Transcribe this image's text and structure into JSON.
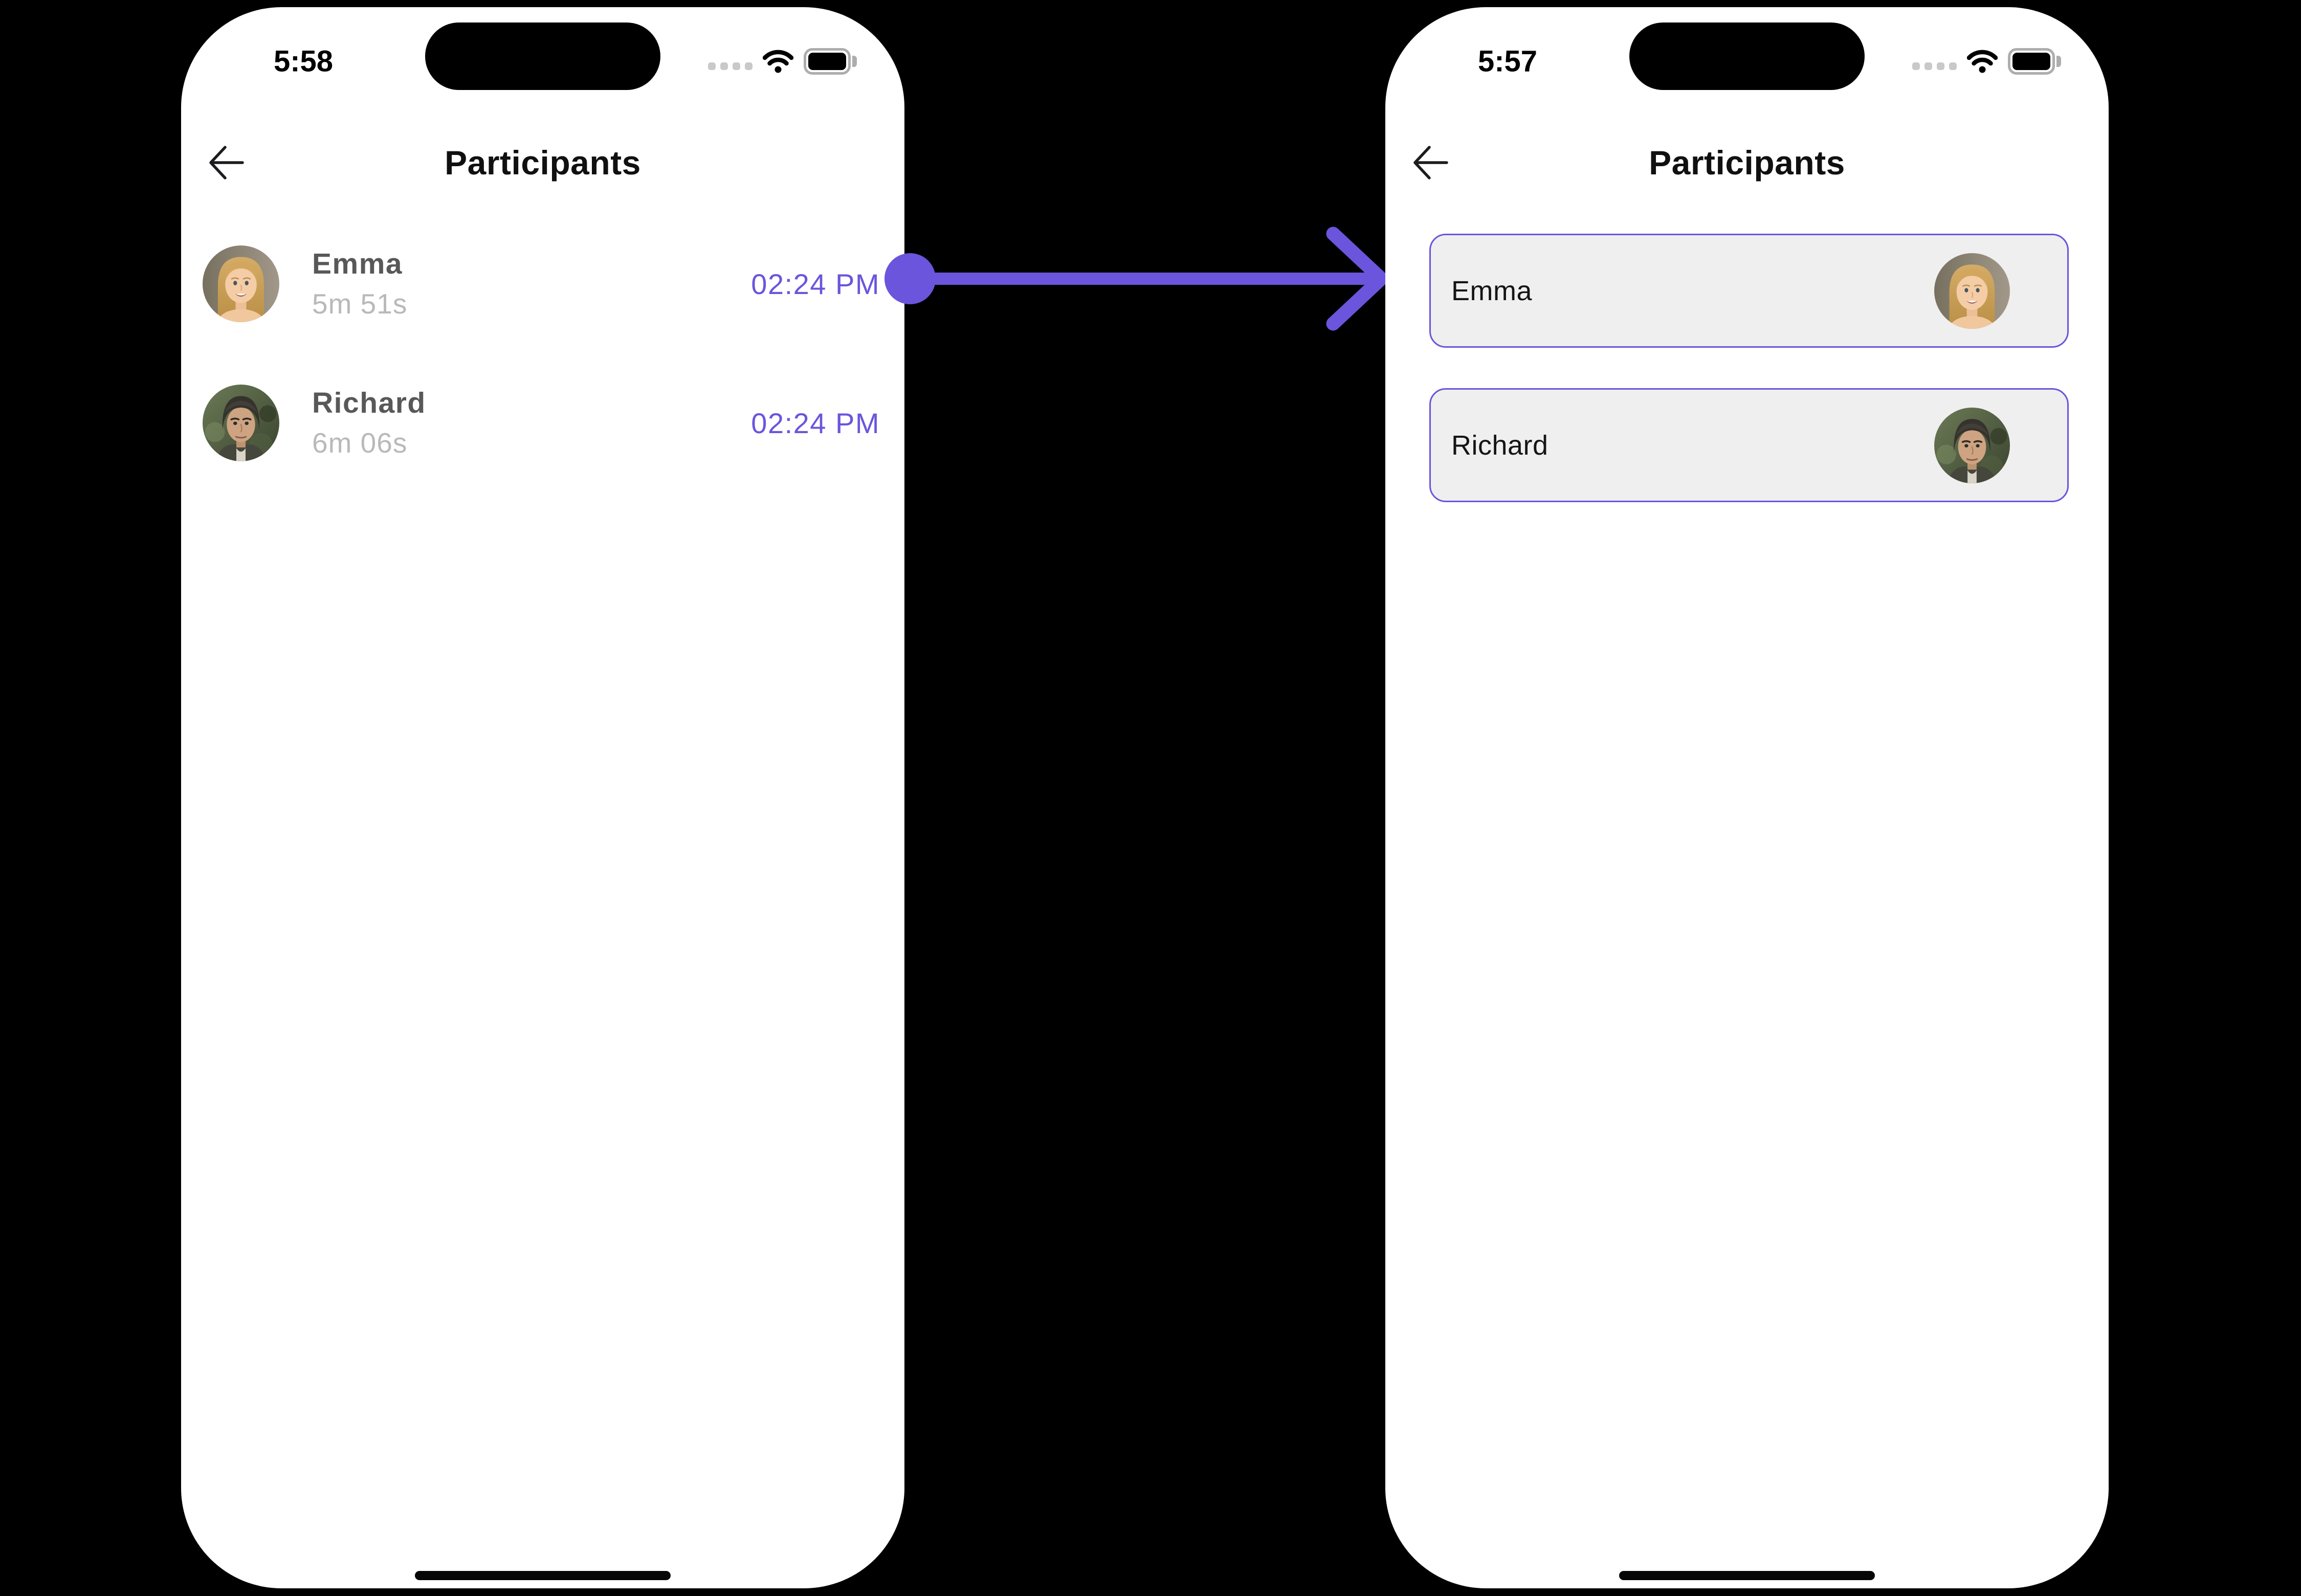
{
  "theme": {
    "accent": "#6B55DC",
    "canvas_bg": "#000000",
    "phone_bg": "#FFFFFF",
    "card_bg": "#EFEFEF",
    "name_gray": "#585858",
    "muted_gray": "#B9B9B9"
  },
  "icons": {
    "back": "left-arrow",
    "cellular": "signal-dots",
    "wifi": "wifi-waves",
    "battery": "battery-full",
    "transition": "right-arrow",
    "emma_avatar": "woman-blonde-portrait",
    "richard_avatar": "man-dark-hair-portrait"
  },
  "left_phone": {
    "status_time": "5:58",
    "title": "Participants",
    "participants": [
      {
        "name": "Emma",
        "duration": "5m 51s",
        "time": "02:24 PM"
      },
      {
        "name": "Richard",
        "duration": "6m 06s",
        "time": "02:24 PM"
      }
    ]
  },
  "right_phone": {
    "status_time": "5:57",
    "title": "Participants",
    "participants": [
      {
        "name": "Emma"
      },
      {
        "name": "Richard"
      }
    ]
  }
}
